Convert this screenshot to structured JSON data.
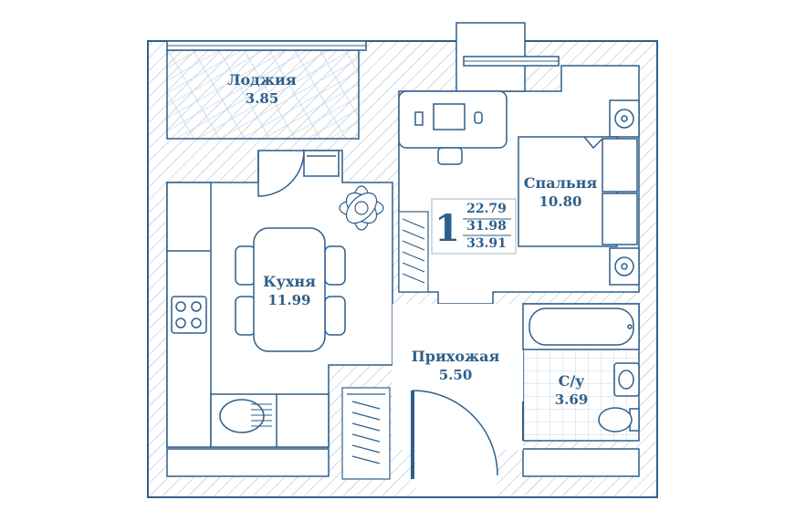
{
  "rooms": {
    "loggia": {
      "name": "Лоджия",
      "area": "3.85"
    },
    "kitchen": {
      "name": "Кухня",
      "area": "11.99"
    },
    "bedroom": {
      "name": "Спальня",
      "area": "10.80"
    },
    "hallway": {
      "name": "Прихожая",
      "area": "5.50"
    },
    "bathroom": {
      "name": "С/у",
      "area": "3.69"
    }
  },
  "info": {
    "rooms_count": "1",
    "living_area": "22.79",
    "total_area": "31.98",
    "total_area_with_loggia": "33.91"
  },
  "colors": {
    "line": "#2e5f8a",
    "wall_fill": "#ffffff",
    "hatch": "#9fb7cc",
    "floor_light": "#eef3f8"
  }
}
